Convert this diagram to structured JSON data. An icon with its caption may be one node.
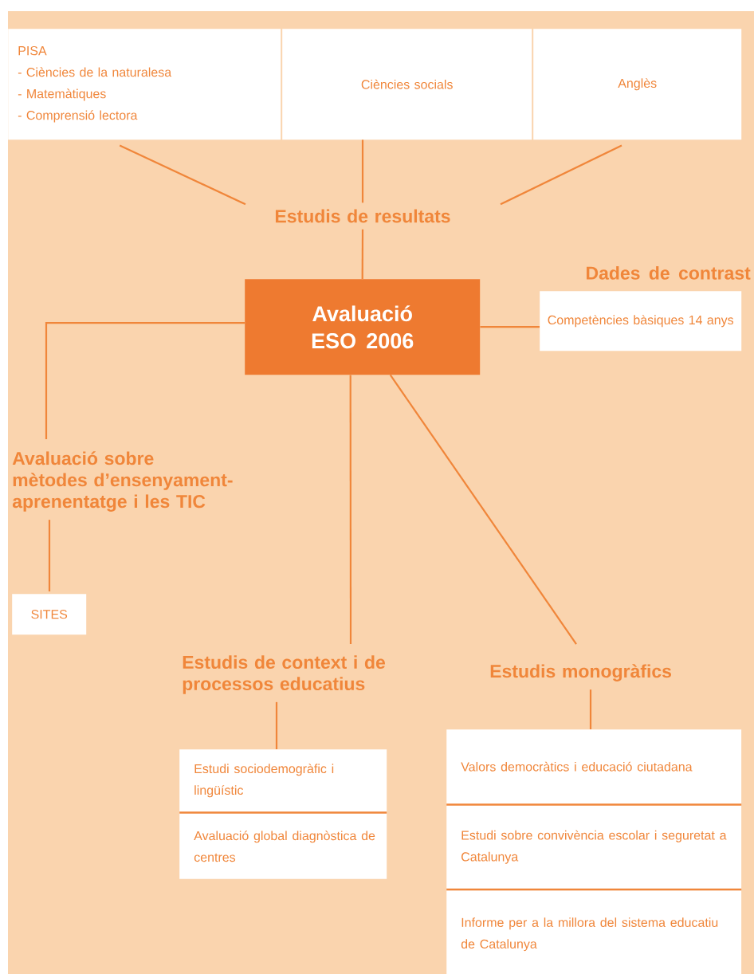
{
  "diagram": {
    "nodes": [
      {
        "text": [
          "PISA",
          "- Ciències de la naturalesa",
          "- Matemàtiques",
          "- Comprensió lectora"
        ]
      },
      {
        "text": [
          "Ciències socials"
        ]
      },
      {
        "text": [
          "Anglès"
        ]
      },
      {
        "text": [
          "Estudis de resultats"
        ]
      },
      {
        "text": [
          "Avaluació ESO 2006"
        ]
      },
      {
        "text": [
          "Dades de contrast",
          "Competències bàsiques 14 anys"
        ]
      },
      {
        "text": [
          "Avaluació sobre mètodes d’ensenyament-aprenentatge i les TIC"
        ]
      },
      {
        "text": [
          "SITES"
        ]
      },
      {
        "text": [
          "Estudis de context i de processos educatius"
        ]
      },
      {
        "text": [
          "Estudis monogràfics"
        ]
      },
      {
        "text": [
          "Estudi sociodemogràfic i lingüístic",
          "Avaluació global diagnòstica de centres"
        ]
      },
      {
        "text": [
          "Valors democràtics i educació ciutadana",
          "Estudi sobre convivència escolar i seguretat a Catalunya",
          "Informe per a la millora del sistema educatiu de Catalunya"
        ]
      }
    ],
    "edges": [
      {
        "from": 0,
        "to": 3,
        "arrow": "none"
      },
      {
        "from": 1,
        "to": 3,
        "arrow": "none"
      },
      {
        "from": 2,
        "to": 3,
        "arrow": "none"
      },
      {
        "from": 3,
        "to": 4,
        "arrow": "none"
      },
      {
        "from": 4,
        "to": 5,
        "arrow": "none"
      },
      {
        "from": 4,
        "to": 6,
        "arrow": "none"
      },
      {
        "from": 6,
        "to": 7,
        "arrow": "none"
      },
      {
        "from": 4,
        "to": 8,
        "arrow": "none"
      },
      {
        "from": 4,
        "to": 9,
        "arrow": "none"
      },
      {
        "from": 8,
        "to": 10,
        "arrow": "none"
      },
      {
        "from": 9,
        "to": 11,
        "arrow": "none"
      }
    ]
  }
}
